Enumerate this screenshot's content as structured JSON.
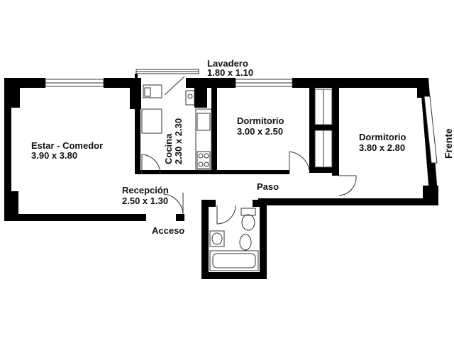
{
  "rooms": {
    "lavadero": {
      "name": "Lavadero",
      "size": "1.80 x 1.10"
    },
    "estar": {
      "name": "Estar - Comedor",
      "size": "3.90 x 3.80"
    },
    "cocina": {
      "name": "Cocina",
      "size": "2.30 x 2.30"
    },
    "dormitorio1": {
      "name": "Dormitorio",
      "size": "3.00 x 2.50"
    },
    "dormitorio2": {
      "name": "Dormitorio",
      "size": "3.80 x 2.80"
    },
    "recepcion": {
      "name": "Recepción",
      "size": "2.50 x 1.30"
    },
    "paso": {
      "name": "Paso"
    },
    "acceso": {
      "name": "Acceso"
    },
    "frente": {
      "name": "Frente"
    }
  }
}
